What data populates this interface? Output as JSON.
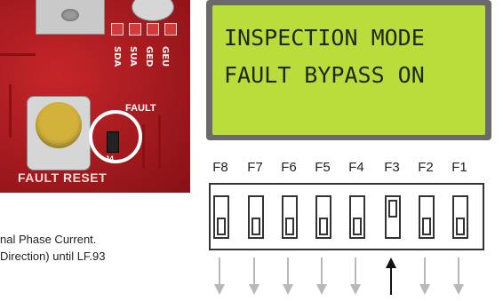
{
  "board": {
    "led_labels": [
      "SDA",
      "SUA",
      "GED",
      "GEU"
    ],
    "fault_label": "FAULT",
    "fault_reset_label": "FAULT RESET",
    "jumper_label": "J4"
  },
  "lcd": {
    "line1": "INSPECTION MODE",
    "line2": "FAULT BYPASS ON",
    "background": "#b9de3c"
  },
  "dip": {
    "labels": [
      "F8",
      "F7",
      "F6",
      "F5",
      "F4",
      "F3",
      "F2",
      "F1"
    ],
    "states": [
      "down",
      "down",
      "down",
      "down",
      "down",
      "up",
      "down",
      "down"
    ],
    "active": "F3"
  },
  "arrows": {
    "indicators": [
      "down",
      "down",
      "down",
      "down",
      "down",
      "up",
      "down",
      "down"
    ],
    "inactive_color": "#b8b8b8",
    "active_color": "#111111"
  },
  "caption": {
    "line1": "nal Phase Current.",
    "line2": "Direction) until LF.93"
  }
}
